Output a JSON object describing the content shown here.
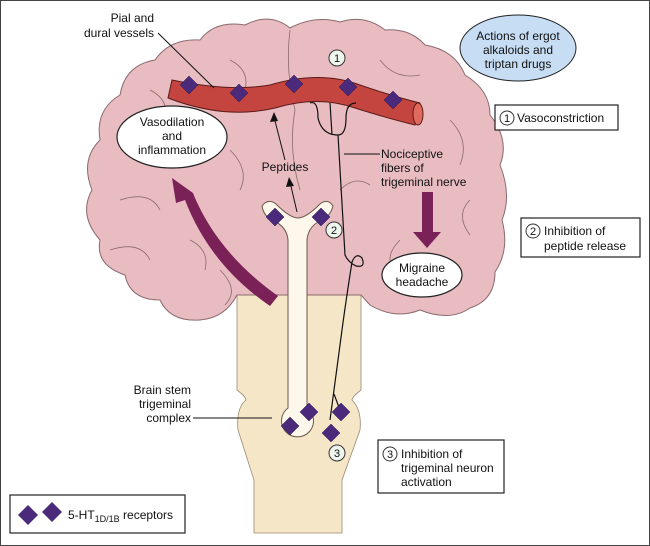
{
  "colors": {
    "brain": "#e8bcc0",
    "brain_stroke": "#8a6a6e",
    "stem": "#f6e6c8",
    "vessel": "#c4453f",
    "receptor": "#4b2a7b",
    "arrow": "#7a2158",
    "callout_blue": "#c6ddf3"
  },
  "labels": {
    "pial": [
      "Pial and",
      "dural vessels"
    ],
    "actions": [
      "Actions of ergot",
      "alkaloids and",
      "triptan drugs"
    ],
    "vasodilation": [
      "Vasodilation",
      "and",
      "inflammation"
    ],
    "peptides": "Peptides",
    "nociceptive": [
      "Nociceptive",
      "fibers of",
      "trigeminal nerve"
    ],
    "migraine": [
      "Migraine",
      "headache"
    ],
    "brainstem": [
      "Brain stem",
      "trigeminal",
      "complex"
    ]
  },
  "steps": [
    {
      "num": "1",
      "lines": [
        "Vasoconstriction"
      ]
    },
    {
      "num": "2",
      "lines": [
        "Inhibition of",
        "peptide release"
      ]
    },
    {
      "num": "3",
      "lines": [
        "Inhibition of",
        "trigeminal neuron",
        "activation"
      ]
    }
  ],
  "legend": {
    "icon": "diamond-receptor-icon",
    "prefix": "5-HT",
    "subscript": "1D/1B",
    "suffix": " receptors"
  }
}
